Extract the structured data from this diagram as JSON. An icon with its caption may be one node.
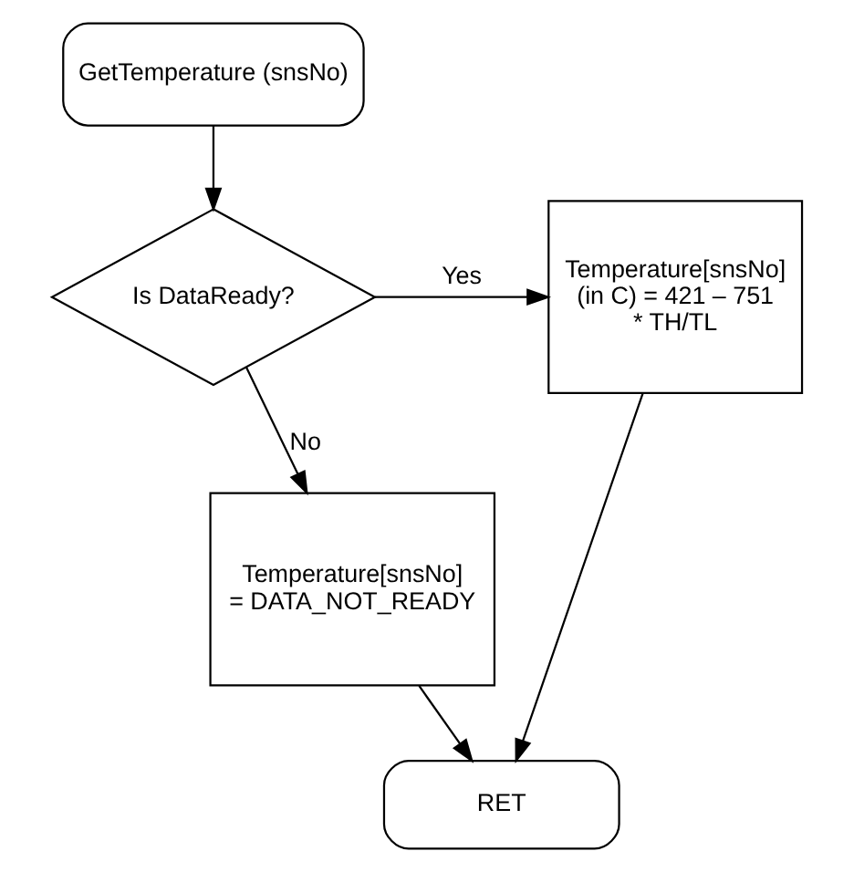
{
  "diagram": {
    "nodes": [
      {
        "text": [
          "GetTemperature (snsNo)"
        ]
      },
      {
        "text": [
          "Is DataReady?"
        ]
      },
      {
        "text": [
          "Temperature[snsNo] (in C) = 421 – 751 * TH/TL"
        ]
      },
      {
        "text": [
          "Temperature[snsNo] = DATA_NOT_READY"
        ]
      },
      {
        "text": [
          "RET"
        ]
      }
    ],
    "edges": [
      {
        "from": 0,
        "to": 1,
        "arrow": "to"
      },
      {
        "from": 1,
        "to": 2,
        "arrow": "to",
        "label": "Yes"
      },
      {
        "from": 1,
        "to": 3,
        "arrow": "to",
        "label": "No"
      },
      {
        "from": 3,
        "to": 4,
        "arrow": "to"
      },
      {
        "from": 2,
        "to": 4,
        "arrow": "to"
      }
    ]
  }
}
